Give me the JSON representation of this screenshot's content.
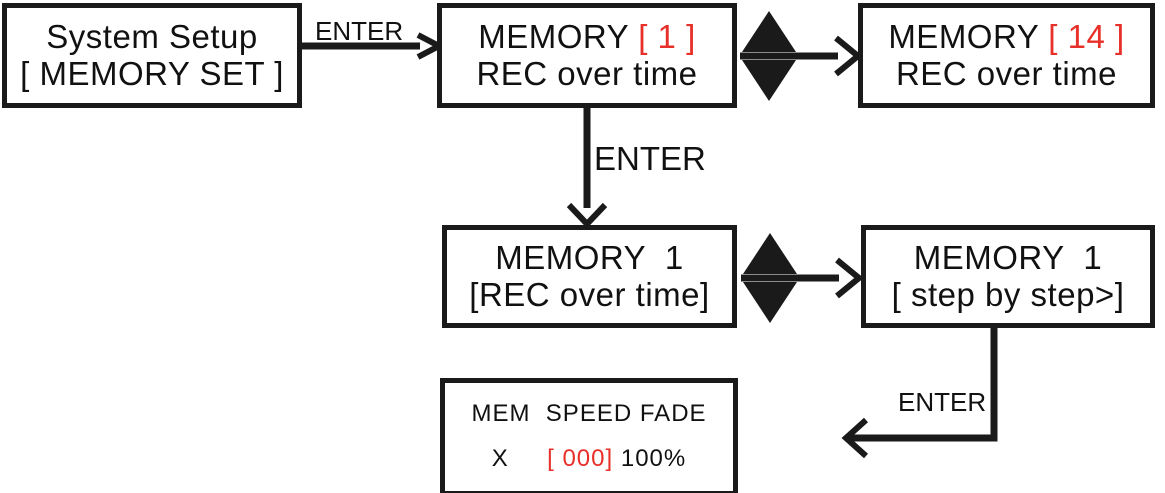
{
  "diagram": {
    "title": "Memory Set menu navigation flow",
    "accent_red": "#e8302a",
    "ink_black": "#111111",
    "background": "#ffffff"
  },
  "screens": {
    "system_setup": {
      "name": "system-setup-screen",
      "line1": "System Setup",
      "line2": "[ MEMORY SET ]"
    },
    "memory_1": {
      "name": "memory-1-screen",
      "line1_black": "MEMORY ",
      "line1_red": "[ 1 ]",
      "line2": "REC over time"
    },
    "memory_14": {
      "name": "memory-14-screen",
      "line1_black": "MEMORY ",
      "line1_red": "[ 14 ]",
      "line2": "REC over time"
    },
    "memory_rec_over_time": {
      "name": "memory-rec-over-time-screen",
      "line1": "MEMORY  1",
      "line2_red": "[REC over time]"
    },
    "memory_step_by_step": {
      "name": "memory-step-by-step-screen",
      "line1": "MEMORY  1",
      "line2_red": "[ step by step>]"
    },
    "mem_speed_fade": {
      "name": "mem-speed-fade-screen",
      "header": {
        "col1": "MEM",
        "col2": "SPEED",
        "col3": "FADE"
      },
      "values": {
        "col1": "X",
        "col2_red": "[ 000]",
        "col3": "100%"
      }
    }
  },
  "connectors": {
    "enter_1": "ENTER",
    "enter_2": "ENTER",
    "enter_3": "ENTER",
    "updown_1": "up-down-arrow",
    "updown_2": "up-down-arrow"
  }
}
